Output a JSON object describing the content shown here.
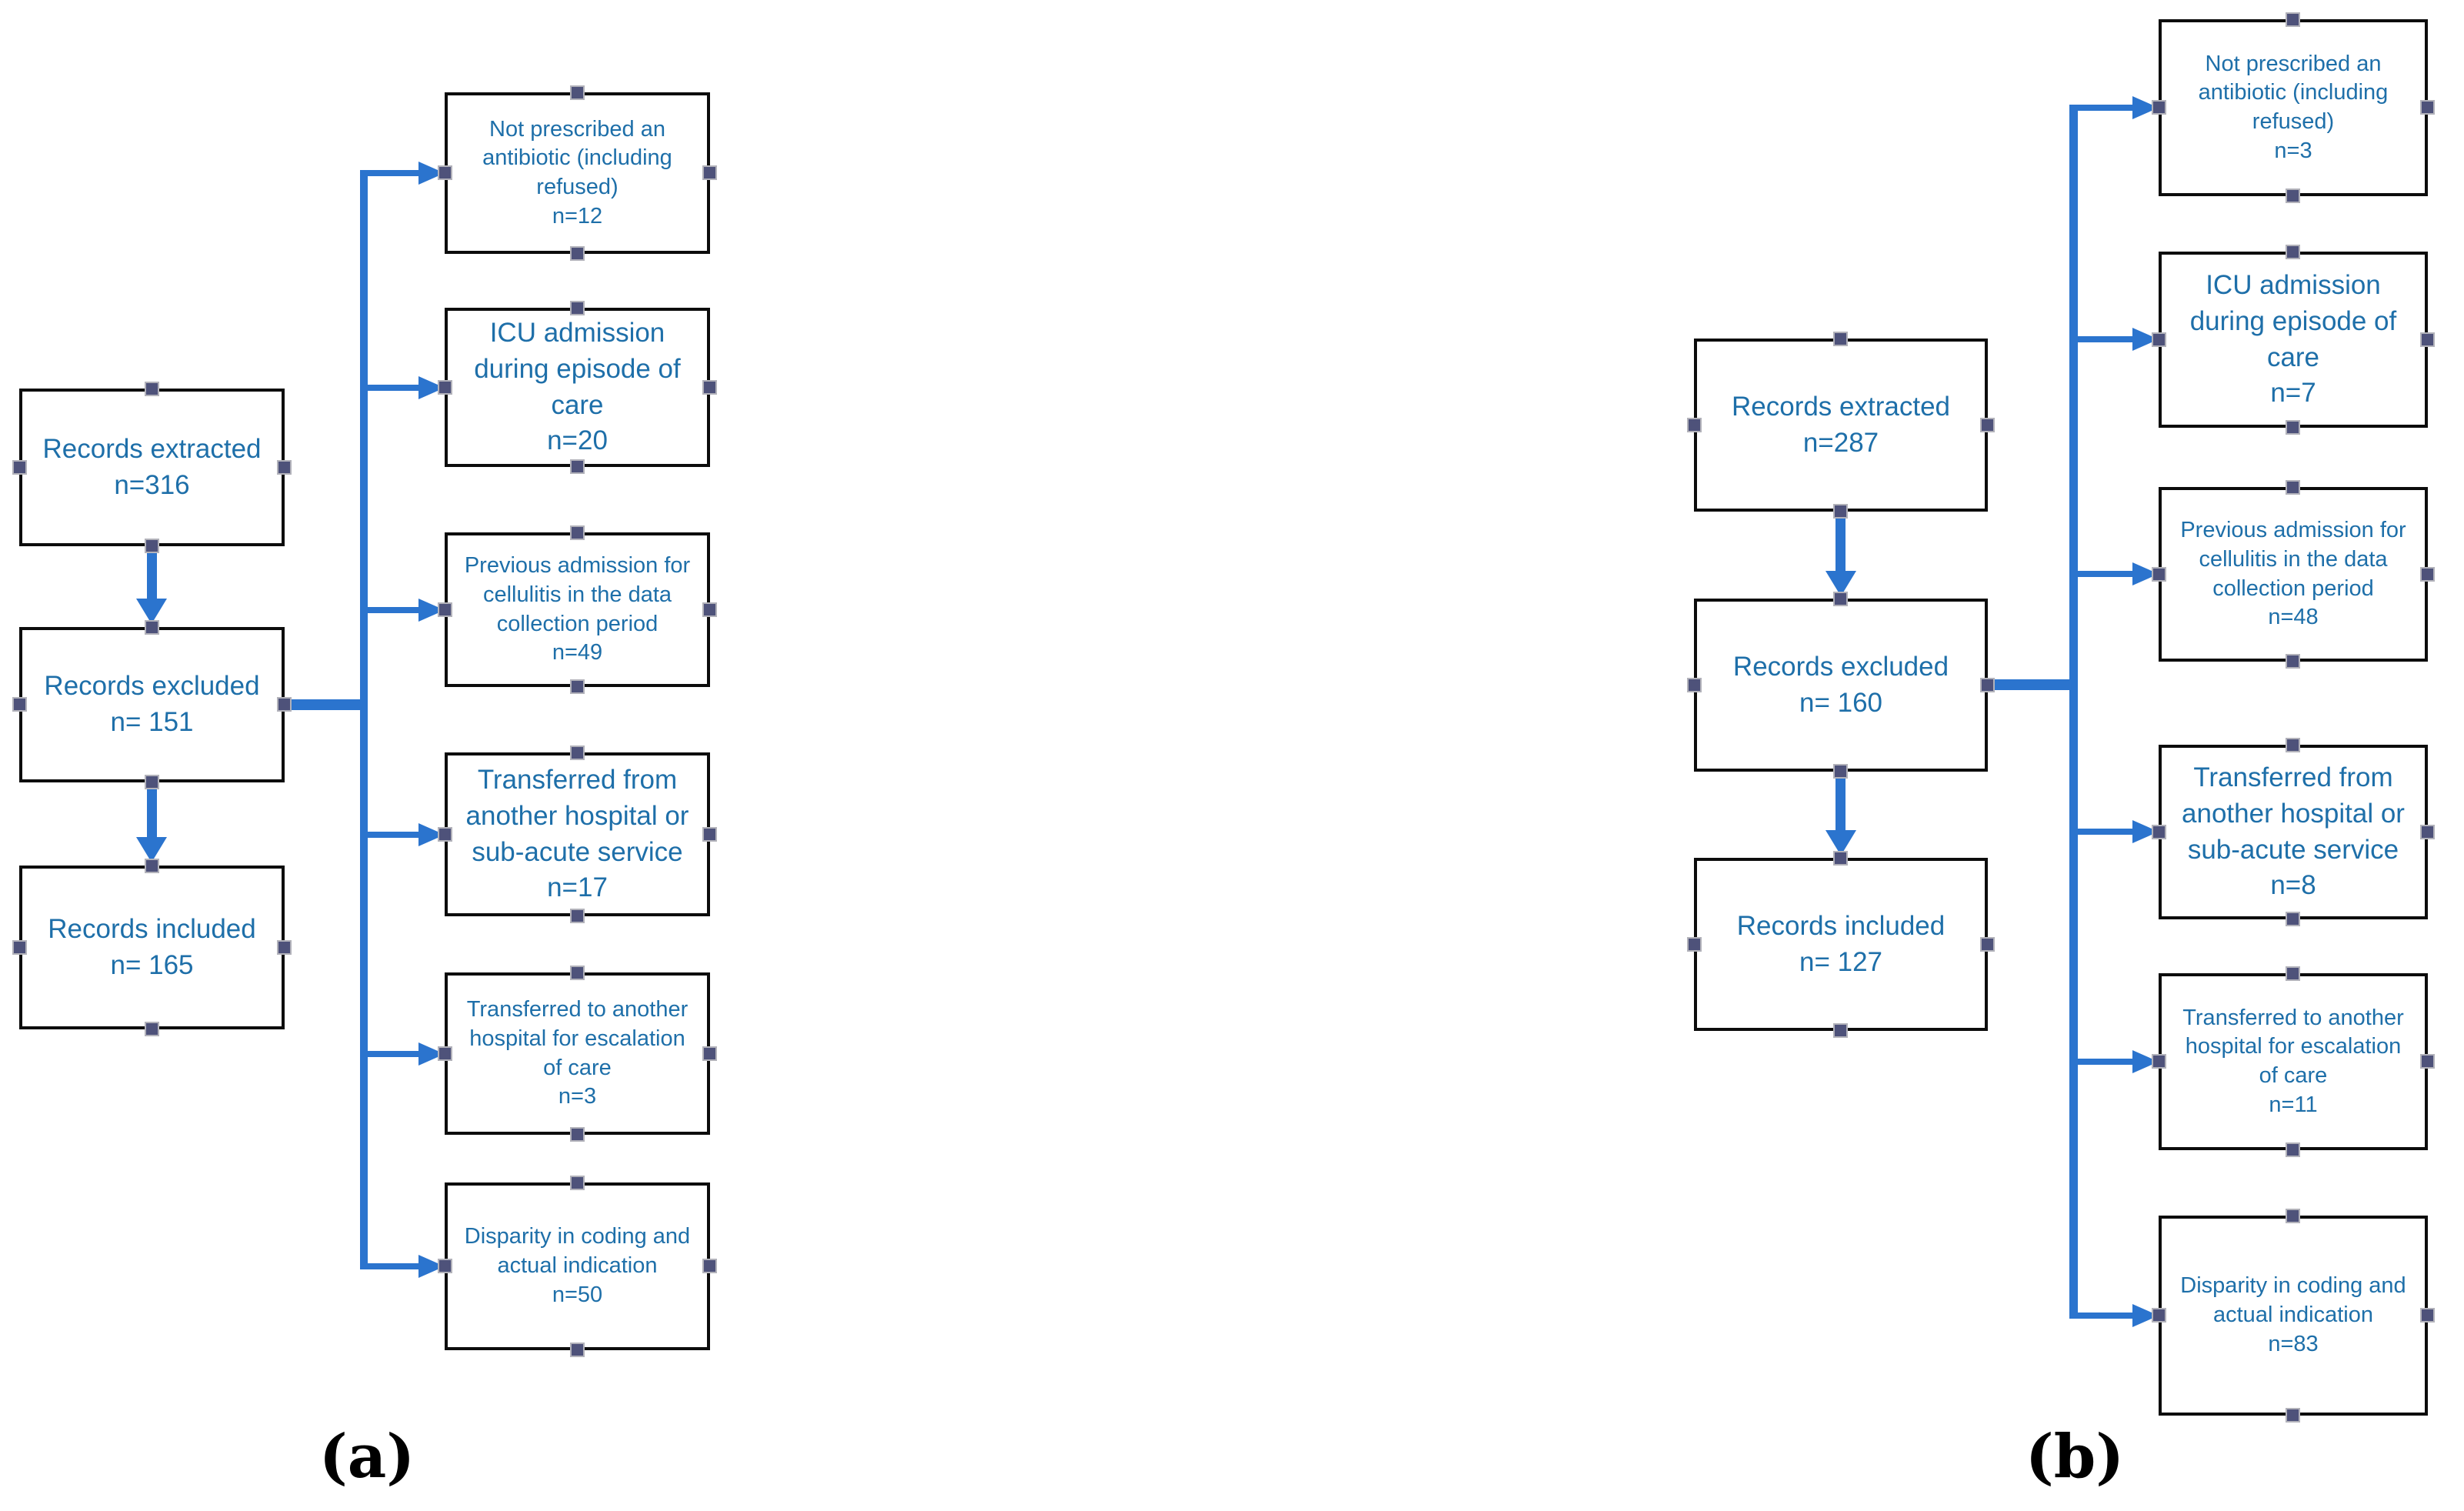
{
  "figure": {
    "colors": {
      "box_text": "#1E6FA9",
      "connector_blue": "#2B74CE",
      "box_border": "#0C0C0C",
      "anchor_handle": "#4E527A",
      "background": "#FFFFFF"
    },
    "panels": [
      {
        "label": "(a)",
        "main_flow": [
          {
            "label": "Records extracted",
            "n": "n=316"
          },
          {
            "label": "Records excluded",
            "n": "n= 151"
          },
          {
            "label": "Records included",
            "n": "n= 165"
          }
        ],
        "exclusions": [
          {
            "label": "Not prescribed an\nantibiotic (including\nrefused)",
            "n": "n=12"
          },
          {
            "label": "ICU admission\nduring episode of\ncare",
            "n": "n=20"
          },
          {
            "label": "Previous admission for\ncellulitis in the data\ncollection period",
            "n": "n=49"
          },
          {
            "label": "Transferred from\nanother hospital or\nsub-acute service",
            "n": "n=17"
          },
          {
            "label": "Transferred to another\nhospital for escalation\nof care",
            "n": "n=3"
          },
          {
            "label": "Disparity in coding and\nactual indication",
            "n": "n=50"
          }
        ]
      },
      {
        "label": "(b)",
        "main_flow": [
          {
            "label": "Records extracted",
            "n": "n=287"
          },
          {
            "label": "Records excluded",
            "n": "n= 160"
          },
          {
            "label": "Records included",
            "n": "n= 127"
          }
        ],
        "exclusions": [
          {
            "label": "Not prescribed an\nantibiotic (including\nrefused)",
            "n": "n=3"
          },
          {
            "label": "ICU admission\nduring episode of\ncare",
            "n": "n=7"
          },
          {
            "label": "Previous admission for\ncellulitis in the data\ncollection period",
            "n": "n=48"
          },
          {
            "label": "Transferred from\nanother hospital or\nsub-acute service",
            "n": "n=8"
          },
          {
            "label": "Transferred to another\nhospital for escalation\nof care",
            "n": "n=11"
          },
          {
            "label": "Disparity in coding and\nactual indication",
            "n": "n=83"
          }
        ]
      }
    ]
  }
}
